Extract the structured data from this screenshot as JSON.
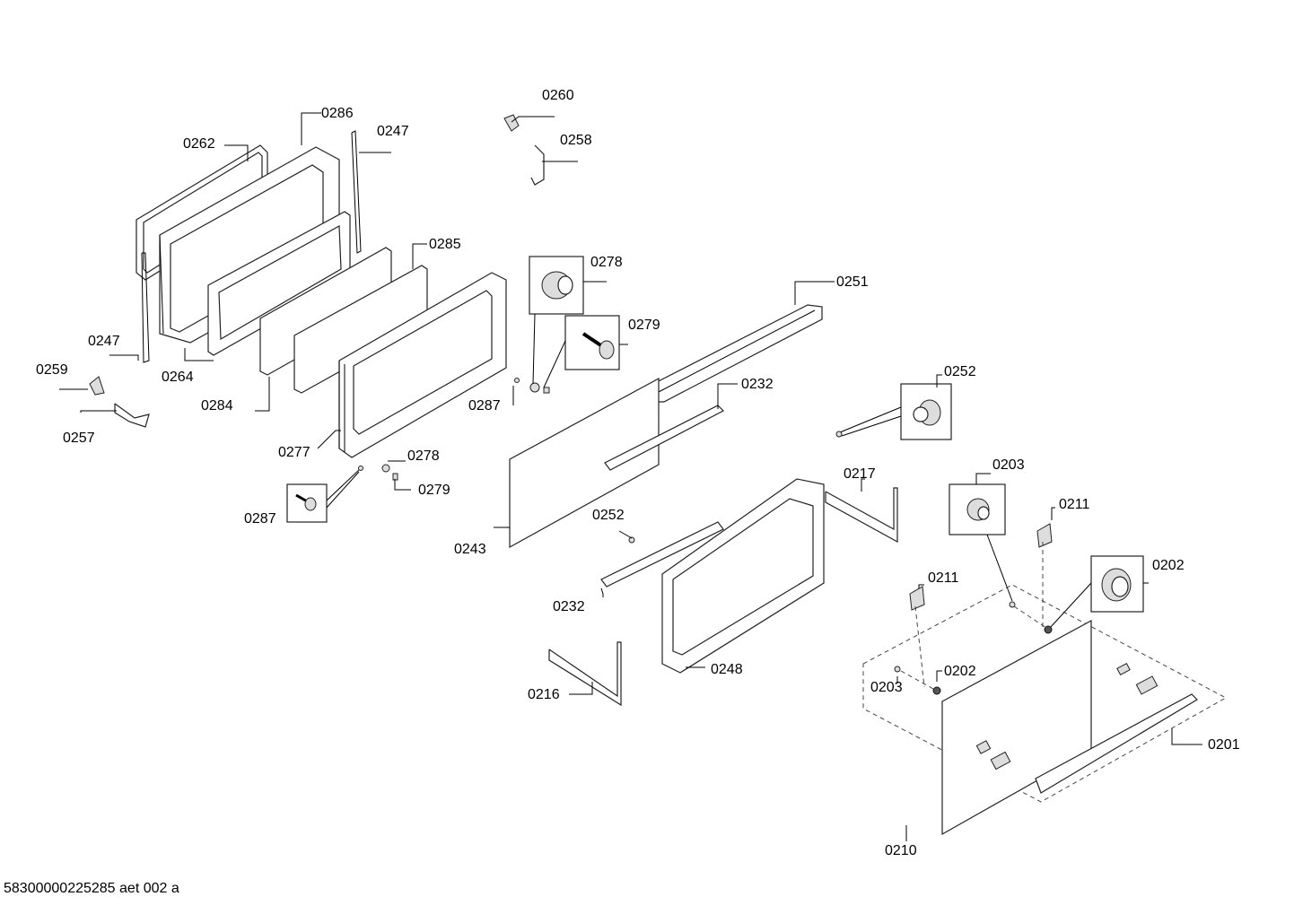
{
  "diagram": {
    "labels": {
      "l0260": "0260",
      "l0258": "0258",
      "l0286": "0286",
      "l0247a": "0247",
      "l0262": "0262",
      "l0285": "0285",
      "l0278a": "0278",
      "l0251": "0251",
      "l0279a": "0279",
      "l0247b": "0247",
      "l0259": "0259",
      "l0264": "0264",
      "l0257": "0257",
      "l0284": "0284",
      "l0287a": "0287",
      "l0232a": "0232",
      "l0252a": "0252",
      "l0277": "0277",
      "l0278b": "0278",
      "l0279b": "0279",
      "l0203a": "0203",
      "l0217": "0217",
      "l0287b": "0287",
      "l0211a": "0211",
      "l0252b": "0252",
      "l0243": "0243",
      "l0202a": "0202",
      "l0211b": "0211",
      "l0232b": "0232",
      "l0248": "0248",
      "l0203b": "0203",
      "l0202b": "0202",
      "l0216": "0216",
      "l0201": "0201",
      "l0210": "0210"
    }
  },
  "footer": {
    "drawing_id": "58300000225285 aet 002 a"
  }
}
